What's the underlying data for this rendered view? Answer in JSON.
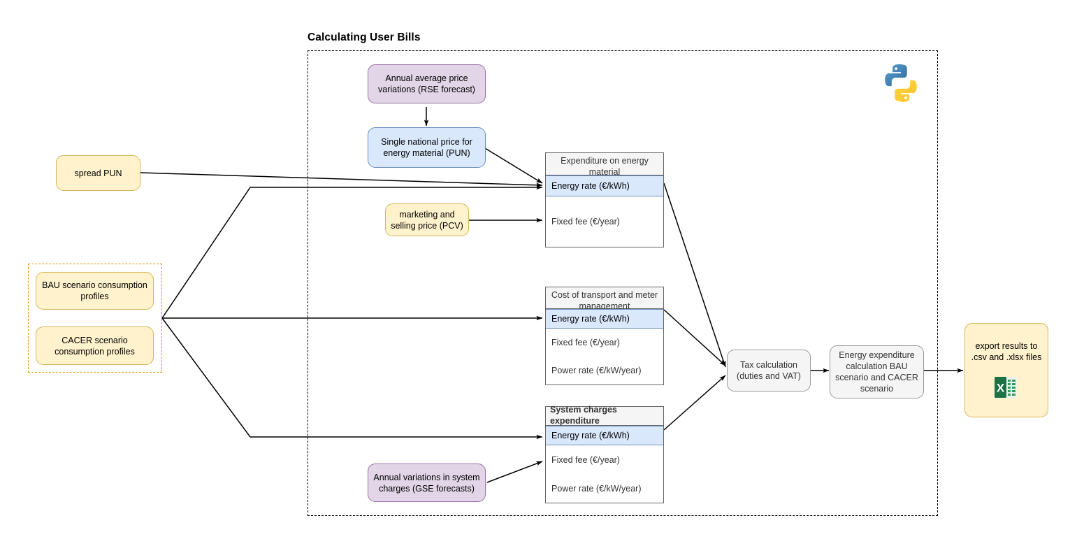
{
  "diagram": {
    "title": "Calculating User Bills",
    "type": "flowchart"
  },
  "nodes": {
    "rse": {
      "label": "Annual average price variations (RSE forecast)"
    },
    "pun": {
      "label": "Single national price for energy material (PUN)"
    },
    "spread_pun": {
      "label": "spread PUN"
    },
    "pcv": {
      "label": "marketing and selling price (PCV)"
    },
    "bau": {
      "label": "BAU scenario consumption profiles"
    },
    "cacer": {
      "label": "CACER scenario consumption profiles"
    },
    "gse": {
      "label": "Annual variations in system charges (GSE forecasts)"
    },
    "tax": {
      "label": "Tax calculation (duties and VAT)"
    },
    "energy_calc": {
      "label": "Energy expenditure calculation BAU scenario and CACER scenario"
    },
    "export": {
      "label": "export results to .csv and .xlsx files"
    }
  },
  "tables": [
    {
      "header": "Expenditure on energy material",
      "rows": [
        {
          "label": "Energy rate (€/kWh)",
          "highlighted": true
        },
        {
          "label": "Fixed fee (€/year)",
          "highlighted": false
        }
      ]
    },
    {
      "header": "Cost of transport and meter management",
      "rows": [
        {
          "label": "Energy rate (€/kWh)",
          "highlighted": true
        },
        {
          "label": "Fixed fee (€/year)",
          "highlighted": false
        },
        {
          "label": "Power rate (€/kW/year)",
          "highlighted": false
        }
      ]
    },
    {
      "header": "System charges expenditure",
      "rows": [
        {
          "label": "Energy rate (€/kWh)",
          "highlighted": true
        },
        {
          "label": "Fixed fee (€/year)",
          "highlighted": false
        },
        {
          "label": "Power rate (€/kW/year)",
          "highlighted": false
        }
      ]
    }
  ],
  "icons": {
    "python": "python-logo",
    "excel": "excel-file-icon"
  },
  "colors": {
    "yellow_fill": "#fff2cc",
    "yellow_stroke": "#d6b656",
    "purple_fill": "#e1d5e7",
    "purple_stroke": "#9673a6",
    "blue_fill": "#dae8fc",
    "blue_stroke": "#6c8ebf",
    "gray_fill": "#f5f5f5",
    "gray_stroke": "#999999",
    "table_header_fill": "#f5f5f5",
    "edge_stroke": "#000000",
    "amber_dashed": "#d79b00",
    "python_blue": "#366f9f",
    "python_yellow": "#ffd549",
    "excel_green": "#1e7145"
  }
}
